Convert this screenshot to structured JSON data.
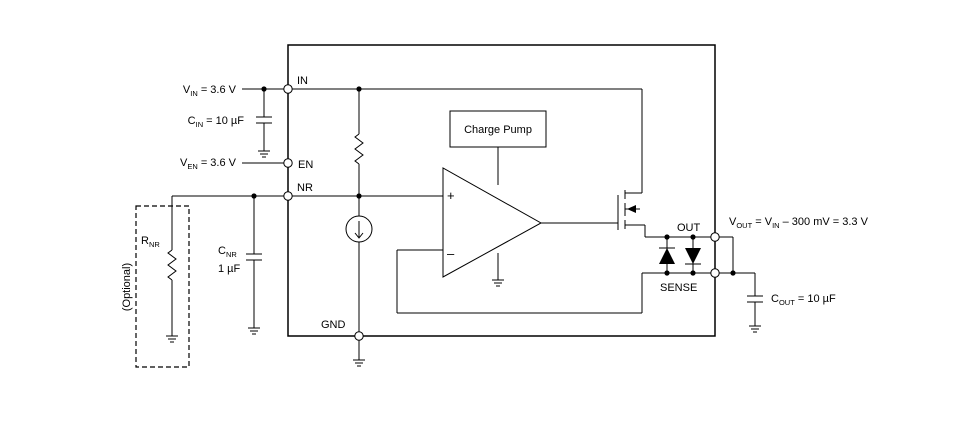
{
  "pins": {
    "in": "IN",
    "en": "EN",
    "nr": "NR",
    "gnd": "GND",
    "out": "OUT",
    "sense": "SENSE"
  },
  "blocks": {
    "charge_pump": "Charge Pump"
  },
  "amp": {
    "plus": "+",
    "minus": "–"
  },
  "labels": {
    "vin": {
      "main": "V",
      "sub": "IN",
      "value": " = 3.6 V"
    },
    "cin": {
      "main": "C",
      "sub": "IN",
      "value": " = 10 µF"
    },
    "ven": {
      "main": "V",
      "sub": "EN",
      "value": " = 3.6 V"
    },
    "rnr": {
      "main": "R",
      "sub": "NR"
    },
    "cnr": {
      "main": "C",
      "sub": "NR",
      "value": "1 µF"
    },
    "optional": "(Optional)",
    "vout": {
      "main": "V",
      "sub": "OUT",
      "eq": " = V",
      "sub2": "IN",
      "value": " – 300 mV = 3.3 V"
    },
    "cout": {
      "main": "C",
      "sub": "OUT",
      "value": " = 10 µF"
    }
  }
}
